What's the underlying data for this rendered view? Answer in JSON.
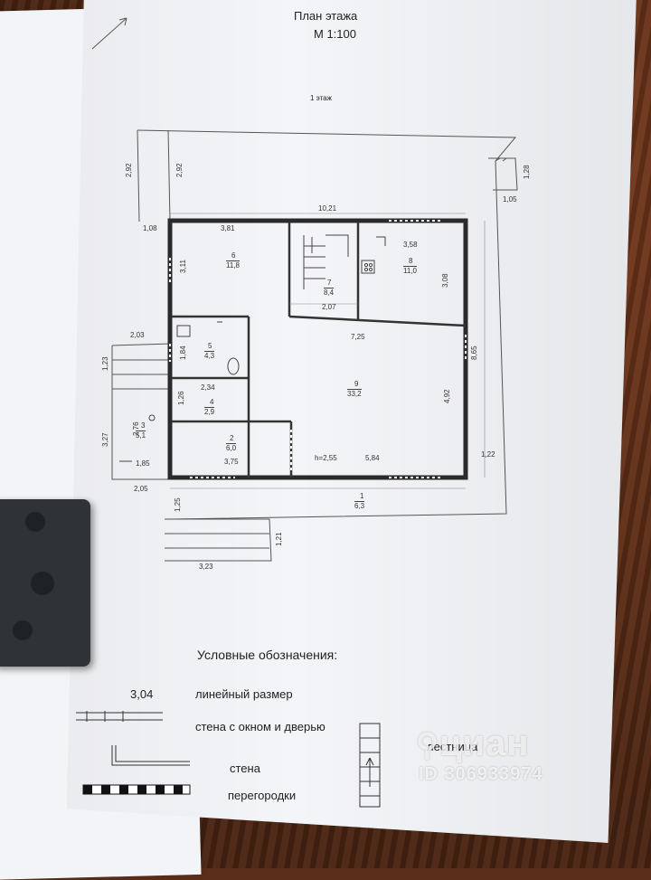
{
  "header": {
    "title": "План этажа",
    "scale": "М 1:100",
    "floor_label": "1 этаж"
  },
  "dimensions": {
    "d_292a": "2,92",
    "d_292b": "2,92",
    "d_128": "1,28",
    "d_105": "1,05",
    "d_1021": "10,21",
    "d_108": "1,08",
    "d_381": "3,81",
    "d_311": "3,11",
    "d_358": "3,58",
    "d_308": "3,08",
    "d_207": "2,07",
    "d_203": "2,03",
    "d_184": "1,84",
    "d_725": "7,25",
    "d_865": "8,65",
    "d_123": "1,23",
    "d_234": "2,34",
    "d_126": "1,26",
    "d_492": "4,92",
    "d_276": "2,76",
    "d_327": "3,27",
    "d_185": "1,85",
    "d_375": "3,75",
    "d_h255": "h=2,55",
    "d_584": "5,84",
    "d_122": "1,22",
    "d_205": "2,05",
    "d_125": "1,25",
    "d_121": "1,21",
    "d_323": "3,23"
  },
  "rooms": [
    {
      "num": "6",
      "area": "11,8"
    },
    {
      "num": "7",
      "area": "8,4"
    },
    {
      "num": "8",
      "area": "11,0"
    },
    {
      "num": "5",
      "area": "4,3"
    },
    {
      "num": "4",
      "area": "2,9"
    },
    {
      "num": "3",
      "area": "5,1"
    },
    {
      "num": "9",
      "area": "33,2"
    },
    {
      "num": "2",
      "area": "6,0"
    },
    {
      "num": "1",
      "area": "6,3"
    }
  ],
  "legend": {
    "heading": "Условные обозначения:",
    "sample_value": "3,04",
    "linear": "линейный размер",
    "wall_window_door": "стена с окном и дверью",
    "stairs": "лестница",
    "wall": "стена",
    "partitions": "перегородки"
  },
  "watermark": {
    "brand": "циан",
    "listing_id": "ID 306933974"
  },
  "colors": {
    "paper": "#f4f5f8",
    "ink": "#222222",
    "wall": "#2a2a2a",
    "wood": "#5b2e1a",
    "remote": "#2f3336"
  }
}
